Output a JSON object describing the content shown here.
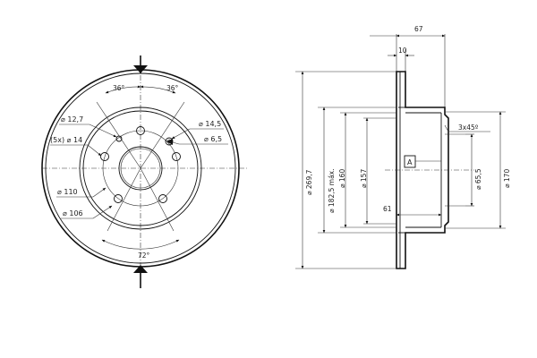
{
  "front_view": {
    "angle_top_left": "36°",
    "angle_top_right": "36°",
    "angle_bottom": "72°",
    "dim_hole_12_7": "12,7",
    "dim_holes_14": "(5x)",
    "dim_holes_14_value": "14",
    "dim_hole_14_5": "14,5",
    "dim_hole_6_5": "6,5",
    "dim_pcd_110": "110",
    "dim_pcd_106": "106"
  },
  "side_view": {
    "dim_total_height": "67",
    "dim_hat_thickness": "10",
    "dim_diameter_outer": "269,7",
    "dim_diameter_max": "182,5 máx.",
    "dim_diameter_160": "160",
    "dim_diameter_157": "157",
    "dim_depth_61": "61",
    "dim_chamfer": "3x45º",
    "dim_centre_bore": "65,5",
    "dim_diameter_170": "170",
    "datum_label": "A"
  }
}
